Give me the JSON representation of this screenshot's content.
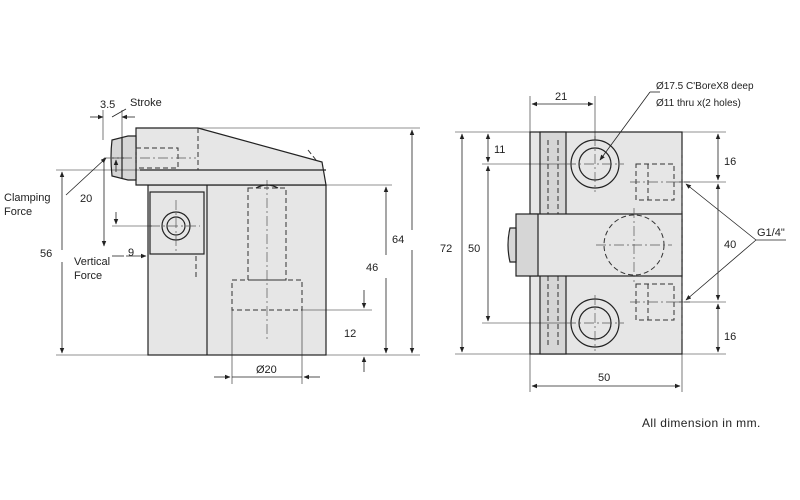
{
  "side_view": {
    "stroke_label": "Stroke",
    "dim_stroke": "3.5",
    "clamping_force_line1": "Clamping",
    "clamping_force_line2": "Force",
    "vertical_force_line1": "Vertical",
    "vertical_force_line2": "Force",
    "dim_20": "20",
    "dim_9": "9",
    "dim_56": "56",
    "dim_64": "64",
    "dim_46": "46",
    "dim_12": "12",
    "dim_dia20": "Ø20"
  },
  "front_view": {
    "callout_counterbore": "Ø17.5 C'BoreX8 deep",
    "callout_thru": "Ø11 thru x(2 holes)",
    "port_label": "G1/4\"",
    "dim_21": "21",
    "dim_11": "11",
    "dim_72": "72",
    "dim_50_vertical": "50",
    "dim_16_top": "16",
    "dim_40": "40",
    "dim_16_bottom": "16",
    "dim_50_horizontal": "50"
  },
  "note": "All dimension in mm."
}
